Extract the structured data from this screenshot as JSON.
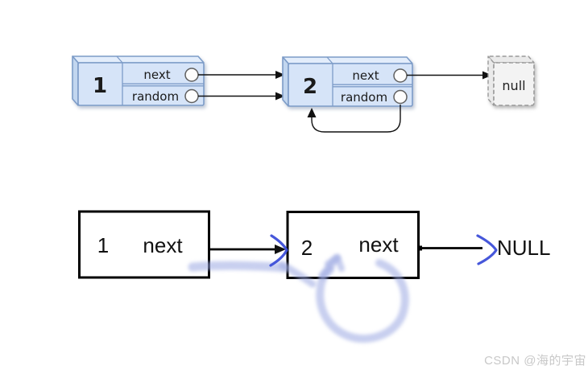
{
  "top_diagram": {
    "node1": {
      "value": "1",
      "fields": {
        "next": "next",
        "random": "random"
      }
    },
    "node2": {
      "value": "2",
      "fields": {
        "next": "next",
        "random": "random"
      }
    },
    "null_label": "null"
  },
  "bottom_diagram": {
    "node1": {
      "value": "1",
      "field": "next"
    },
    "node2": {
      "value": "2",
      "field": "next"
    },
    "null_label": "NULL"
  },
  "watermark": "CSDN @海的宇宙",
  "colors": {
    "node_fill": "#d6e4f8",
    "node_fill_top": "#e3edfb",
    "node_fill_side": "#c2d6ef",
    "node_border": "#7d9cc8",
    "null_fill": "#f3f3f3",
    "null_border": "#9a9a9a",
    "arrow_black": "#111111",
    "ink_blue": "#3c4ed8",
    "highlight_blue": "#9aa7e2",
    "watermark_gray": "#c8c8c8"
  }
}
